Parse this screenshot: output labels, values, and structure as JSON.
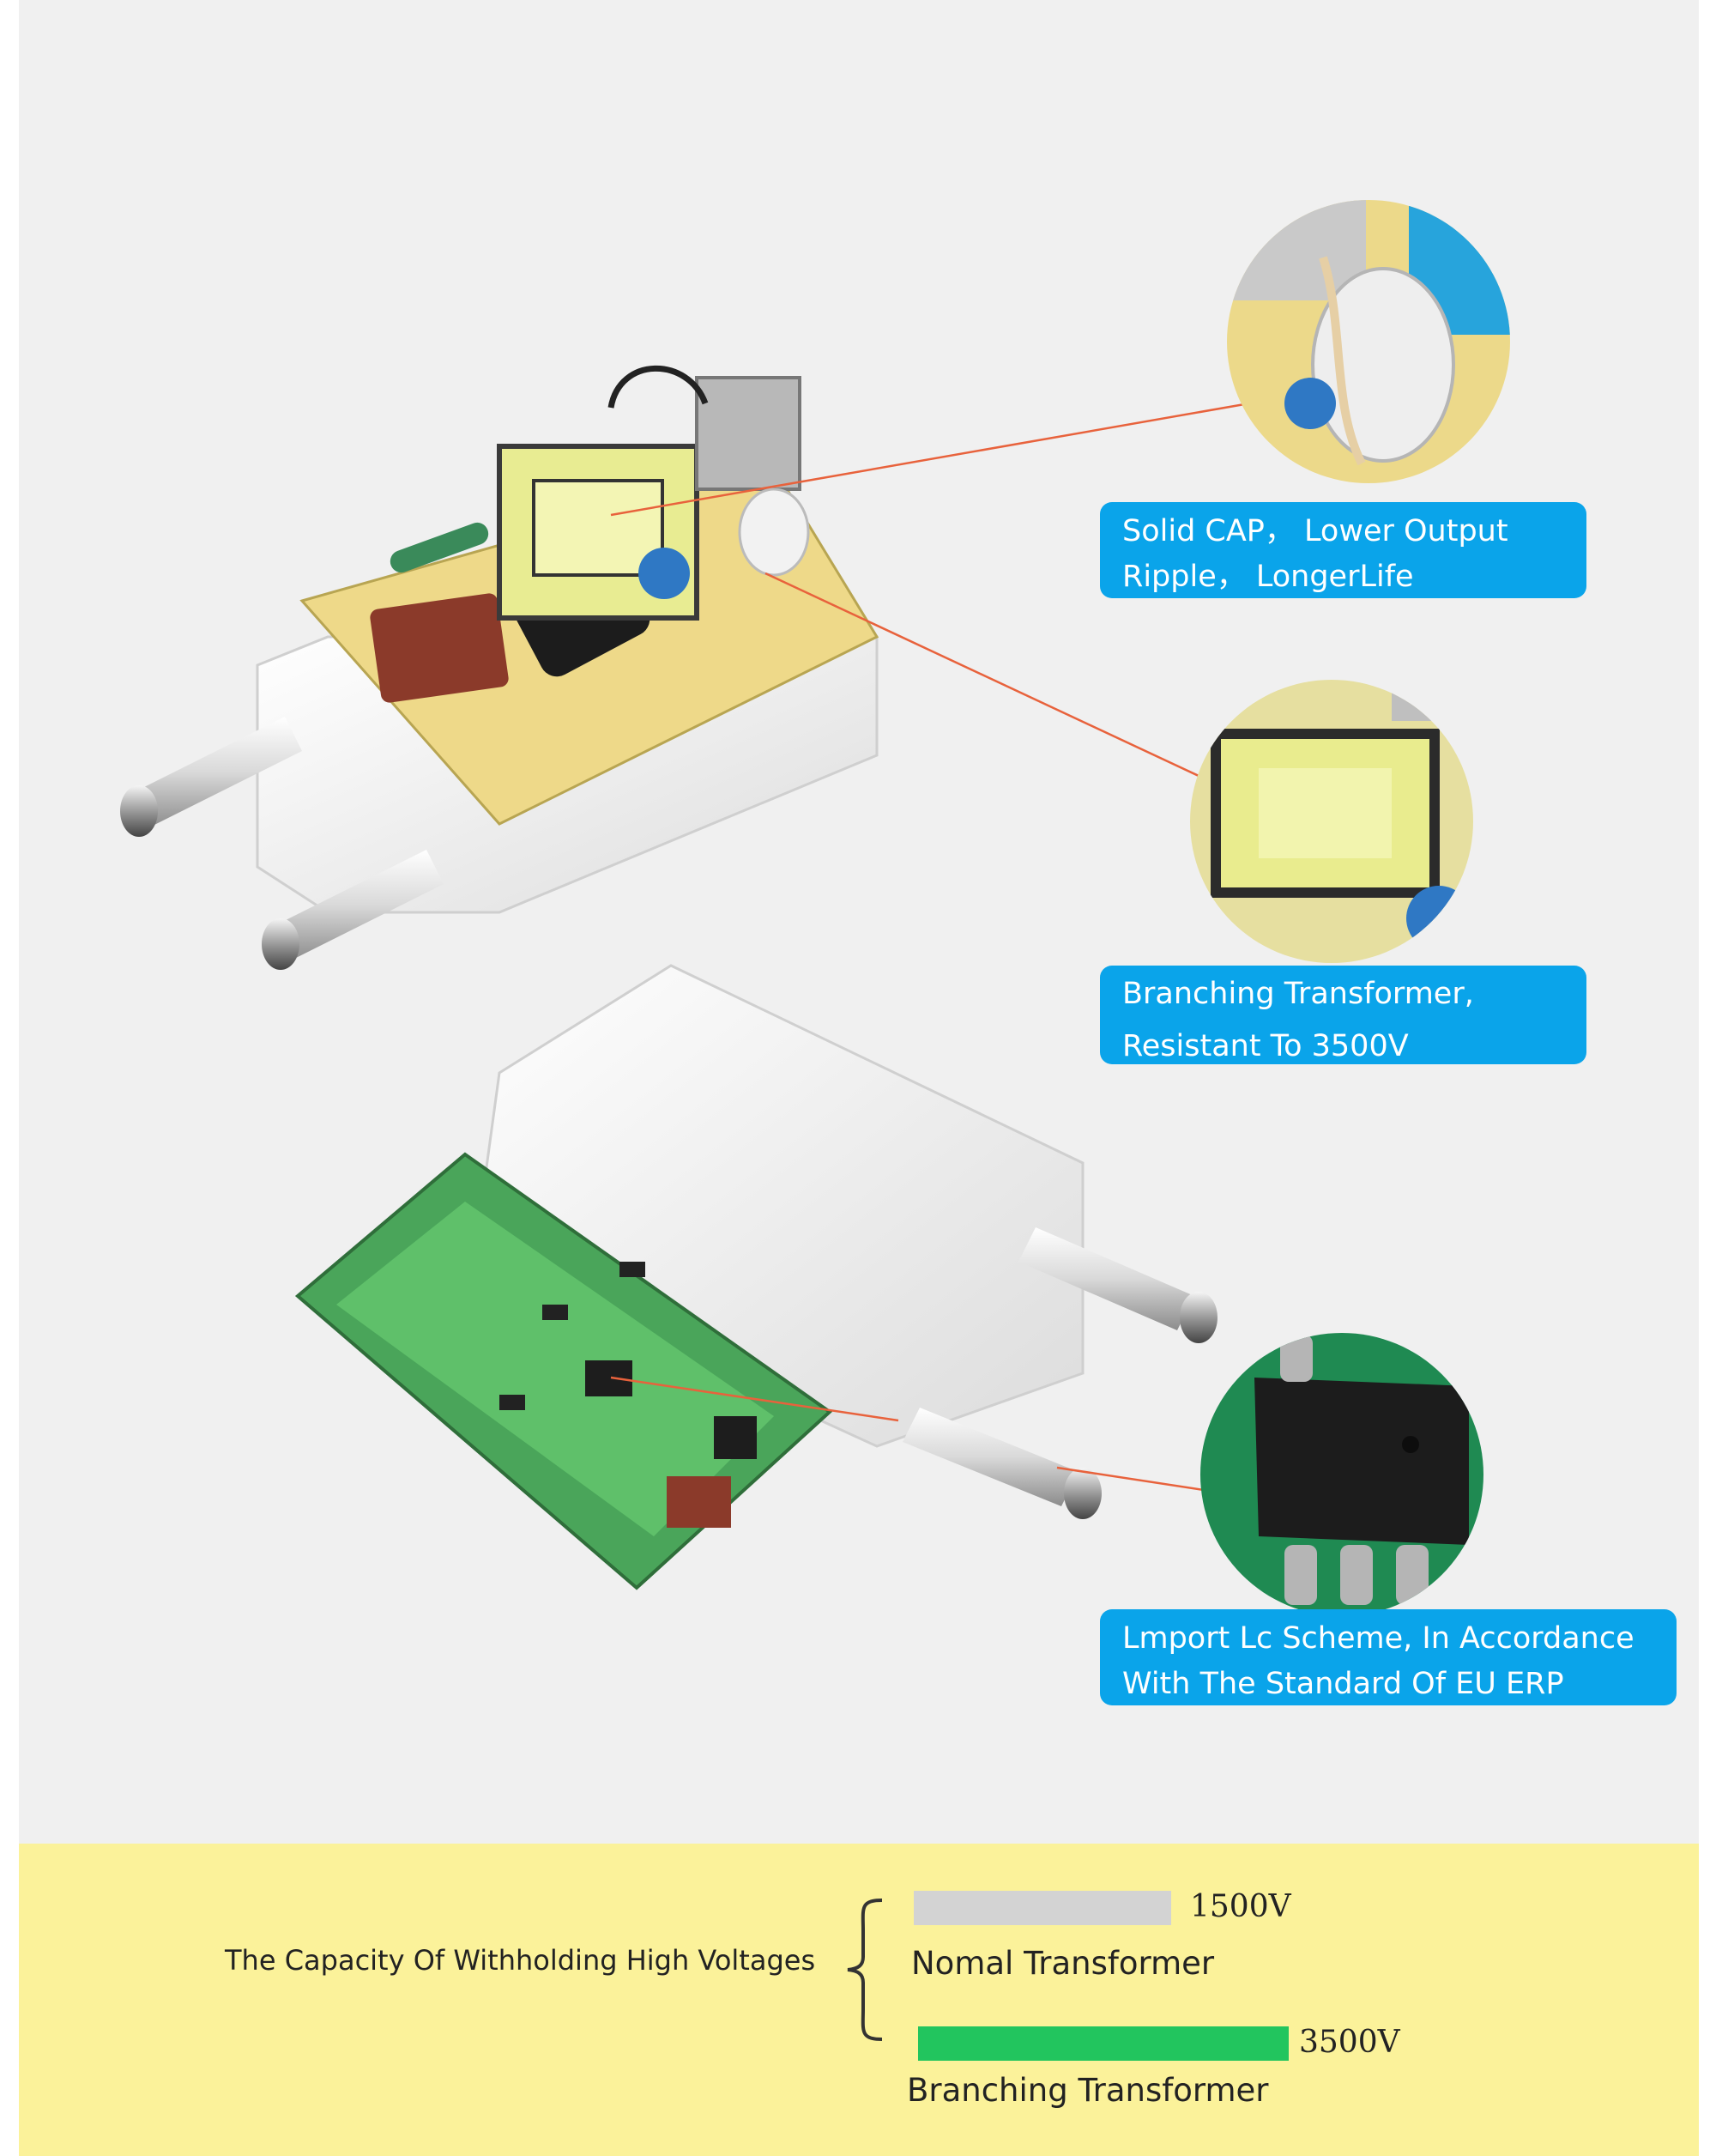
{
  "callouts": {
    "solid_cap": {
      "line1": "Solid CAP， Lower Output",
      "line2": "Ripple， LongerLife"
    },
    "transformer": {
      "line1": "Branching Transformer,",
      "line2": "Resistant To 3500V"
    },
    "ic": {
      "line1": "Lmport Lc Scheme, In Accordance",
      "line2": "With The Standard Of EU ERP"
    }
  },
  "comparison": {
    "label": "The Capacity Of Withholding High Voltages",
    "normal": {
      "voltage": "1500V",
      "name": "Nomal Transformer",
      "value": 1500
    },
    "branching": {
      "voltage": "3500V",
      "name": "Branching Transformer",
      "value": 3500
    }
  },
  "colors": {
    "callout": "#0aa4ea",
    "bar_normal": "#d3d3d3",
    "bar_branching": "#22c55e",
    "footer_bg": "#fbf29a",
    "leader_line": "#e8623c"
  }
}
